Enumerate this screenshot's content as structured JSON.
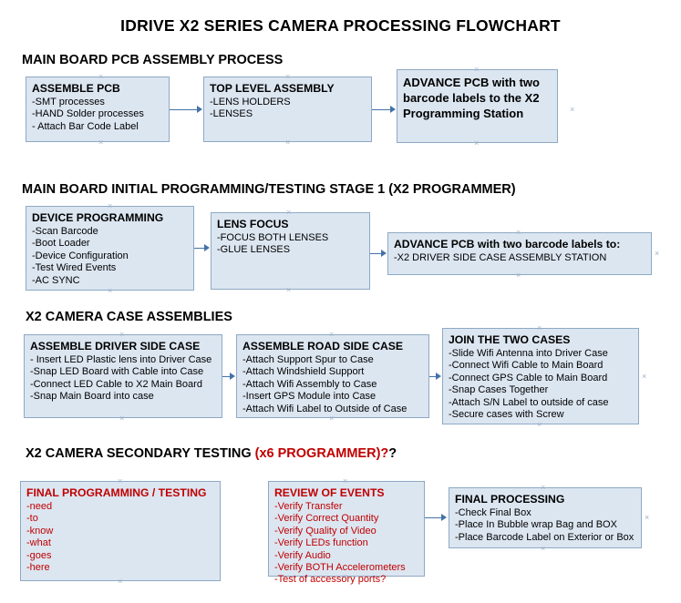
{
  "title": "IDRIVE X2  SERIES CAMERA PROCESSING FLOWCHART",
  "sections": [
    {
      "id": "s1",
      "label": "MAIN BOARD PCB ASSEMBLY PROCESS"
    },
    {
      "id": "s2",
      "label": "MAIN BOARD INITIAL PROGRAMMING/TESTING STAGE 1 (X2 PROGRAMMER)"
    },
    {
      "id": "s3",
      "label": "X2 CAMERA CASE ASSEMBLIES"
    },
    {
      "id": "s4",
      "label": "X2 CAMERA SECONDARY TESTING ",
      "accent": "(x6 PROGRAMMER)?"
    }
  ],
  "boxes": {
    "assemble_pcb": {
      "title": "ASSEMBLE PCB",
      "lines": [
        "-SMT processes",
        "-HAND Solder processes",
        "- Attach Bar Code Label"
      ]
    },
    "top_level_assembly": {
      "title": "TOP LEVEL ASSEMBLY",
      "lines": [
        "-LENS HOLDERS",
        "-LENSES"
      ]
    },
    "advance_pcb_station": {
      "title": "ADVANCE PCB with two barcode labels to the X2 Programming Station",
      "lines": []
    },
    "device_programming": {
      "title": "DEVICE PROGRAMMING",
      "lines": [
        "-Scan Barcode",
        "-Boot Loader",
        "-Device Configuration",
        "-Test Wired Events",
        "-AC SYNC"
      ]
    },
    "lens_focus": {
      "title": "LENS FOCUS",
      "lines": [
        "-FOCUS BOTH LENSES",
        "-GLUE LENSES"
      ]
    },
    "advance_pcb_driver": {
      "title": "ADVANCE PCB with two barcode labels to:",
      "lines": [
        "-X2 DRIVER  SIDE  CASE  ASSEMBLY STATION"
      ]
    },
    "assemble_driver_side": {
      "title": "ASSEMBLE DRIVER SIDE CASE",
      "lines": [
        "- Insert LED Plastic lens into Driver Case",
        "-Snap LED Board with Cable into Case",
        "-Connect LED Cable to X2 Main Board",
        "-Snap Main Board into case"
      ]
    },
    "assemble_road_side": {
      "title": "ASSEMBLE ROAD SIDE CASE",
      "lines": [
        "-Attach Support Spur to Case",
        "-Attach Windshield Support",
        "-Attach Wifi Assembly to Case",
        "-Insert GPS Module into Case",
        "-Attach Wifi Label to Outside of Case"
      ]
    },
    "join_two_cases": {
      "title": "JOIN THE TWO CASES",
      "lines": [
        "-Slide Wifi Antenna into Driver Case",
        "-Connect Wifi Cable to Main Board",
        "-Connect GPS Cable to Main Board",
        "-Snap Cases Together",
        "-Attach S/N Label to outside of case",
        "-Secure cases with Screw"
      ]
    },
    "final_programming": {
      "title": "FINAL PROGRAMMING / TESTING",
      "lines": [
        "-need",
        "-to",
        "-know",
        "-what",
        "-goes",
        "-here"
      ]
    },
    "review_of_events": {
      "title": "REVIEW OF EVENTS",
      "lines": [
        "-Verify Transfer",
        "-Verify Correct Quantity",
        "-Verify Quality of Video",
        "-Verify LEDs function",
        "-Verify Audio",
        "-Verify BOTH Accelerometers",
        "-Test of accessory ports?"
      ]
    },
    "final_processing": {
      "title": "FINAL PROCESSING",
      "lines": [
        "-Check Final Box",
        "-Place In Bubble wrap Bag and BOX",
        "-Place Barcode Label on Exterior or Box"
      ]
    }
  },
  "colors": {
    "box_fill": "#dce6f1",
    "box_border": "#8ea9c4",
    "accent_red": "#c00000",
    "connector": "#4472a8"
  }
}
